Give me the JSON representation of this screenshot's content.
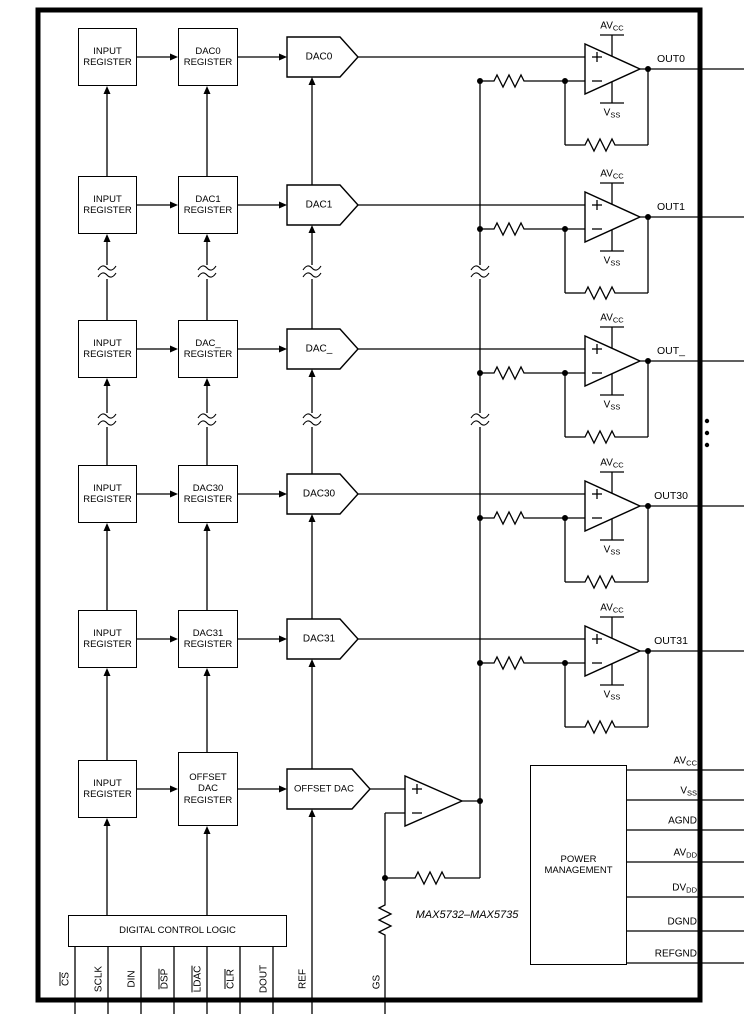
{
  "diagram": {
    "part_label": "MAX5732–MAX5735",
    "supply_pos": {
      "main": "AV",
      "sub": "CC"
    },
    "supply_neg": {
      "main": "V",
      "sub": "SS"
    },
    "rows": [
      {
        "input_register": "INPUT REGISTER",
        "dac_register": "DAC0 REGISTER",
        "dac": "DAC0",
        "out": "OUT0"
      },
      {
        "input_register": "INPUT REGISTER",
        "dac_register": "DAC1 REGISTER",
        "dac": "DAC1",
        "out": "OUT1"
      },
      {
        "input_register": "INPUT REGISTER",
        "dac_register": "DAC_ REGISTER",
        "dac": "DAC_",
        "out": "OUT_"
      },
      {
        "input_register": "INPUT REGISTER",
        "dac_register": "DAC30 REGISTER",
        "dac": "DAC30",
        "out": "OUT30"
      },
      {
        "input_register": "INPUT REGISTER",
        "dac_register": "DAC31 REGISTER",
        "dac": "DAC31",
        "out": "OUT31"
      }
    ],
    "offset_row": {
      "input_register": "INPUT REGISTER",
      "dac_register": "OFFSET DAC REGISTER",
      "dac": "OFFSET DAC"
    },
    "control_logic": "DIGITAL CONTROL LOGIC",
    "control_pins": [
      {
        "label": "CS",
        "overline": true
      },
      {
        "label": "SCLK",
        "overline": false
      },
      {
        "label": "DIN",
        "overline": false
      },
      {
        "label": "DSP",
        "overline": true
      },
      {
        "label": "LDAC",
        "overline": true
      },
      {
        "label": "CLR",
        "overline": true
      },
      {
        "label": "DOUT",
        "overline": false
      }
    ],
    "ref_label": "REF",
    "gs_label": "GS",
    "power_management": "POWER MANAGEMENT",
    "power_pins": [
      {
        "main": "AV",
        "sub": "CC"
      },
      {
        "main": "V",
        "sub": "SS"
      },
      {
        "main": "AGND",
        "sub": ""
      },
      {
        "main": "AV",
        "sub": "DD"
      },
      {
        "main": "DV",
        "sub": "DD"
      },
      {
        "main": "DGND",
        "sub": ""
      },
      {
        "main": "REFGND",
        "sub": ""
      }
    ]
  }
}
